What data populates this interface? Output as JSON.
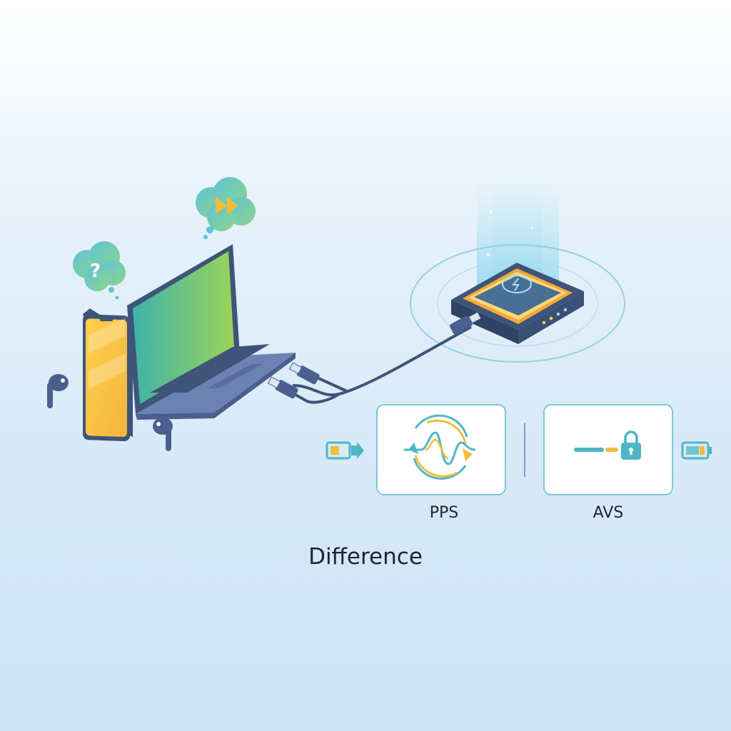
{
  "comparison": {
    "left_mode": {
      "label": "PPS",
      "icon": "variable-wave-cycle-icon"
    },
    "right_mode": {
      "label": "AVS",
      "icon": "locked-level-icon"
    },
    "caption": "Difference"
  },
  "devices": {
    "phone": "smartphone-icon",
    "laptop": "laptop-icon",
    "earbuds": "earbud-icon",
    "charger": "wireless-charging-pad-icon"
  },
  "bubbles": {
    "left": "question-mark-icon",
    "right": "fast-forward-icon"
  },
  "colors": {
    "accent_teal": "#4fb6c6",
    "accent_yellow": "#f2bd3b",
    "accent_orange": "#f0a43c",
    "device_navy": "#4b5f8f",
    "glow": "#9fdcf0"
  }
}
